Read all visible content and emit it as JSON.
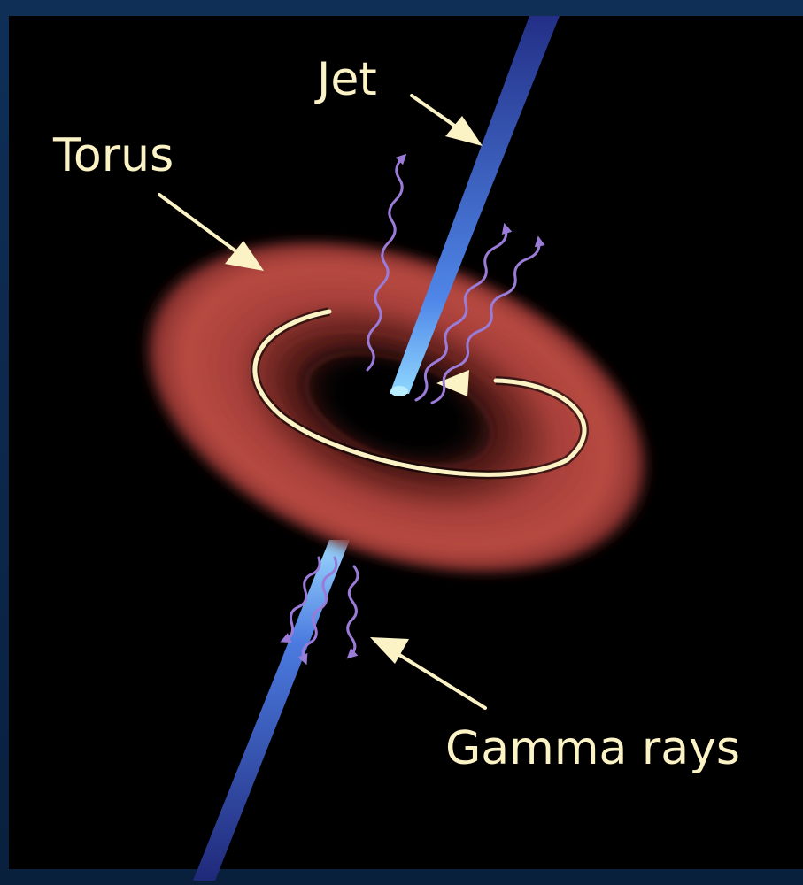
{
  "labels": {
    "jet": "Jet",
    "torus": "Torus",
    "gamma_rays": "Gamma rays"
  },
  "colors": {
    "background": "#000000",
    "frame": "#163a66",
    "torus": "#b5413a",
    "jet": "#3f5fd6",
    "gamma_ray": "#9a7bd8",
    "label": "#fbf3c6",
    "arrow": "#fbf3c6"
  }
}
